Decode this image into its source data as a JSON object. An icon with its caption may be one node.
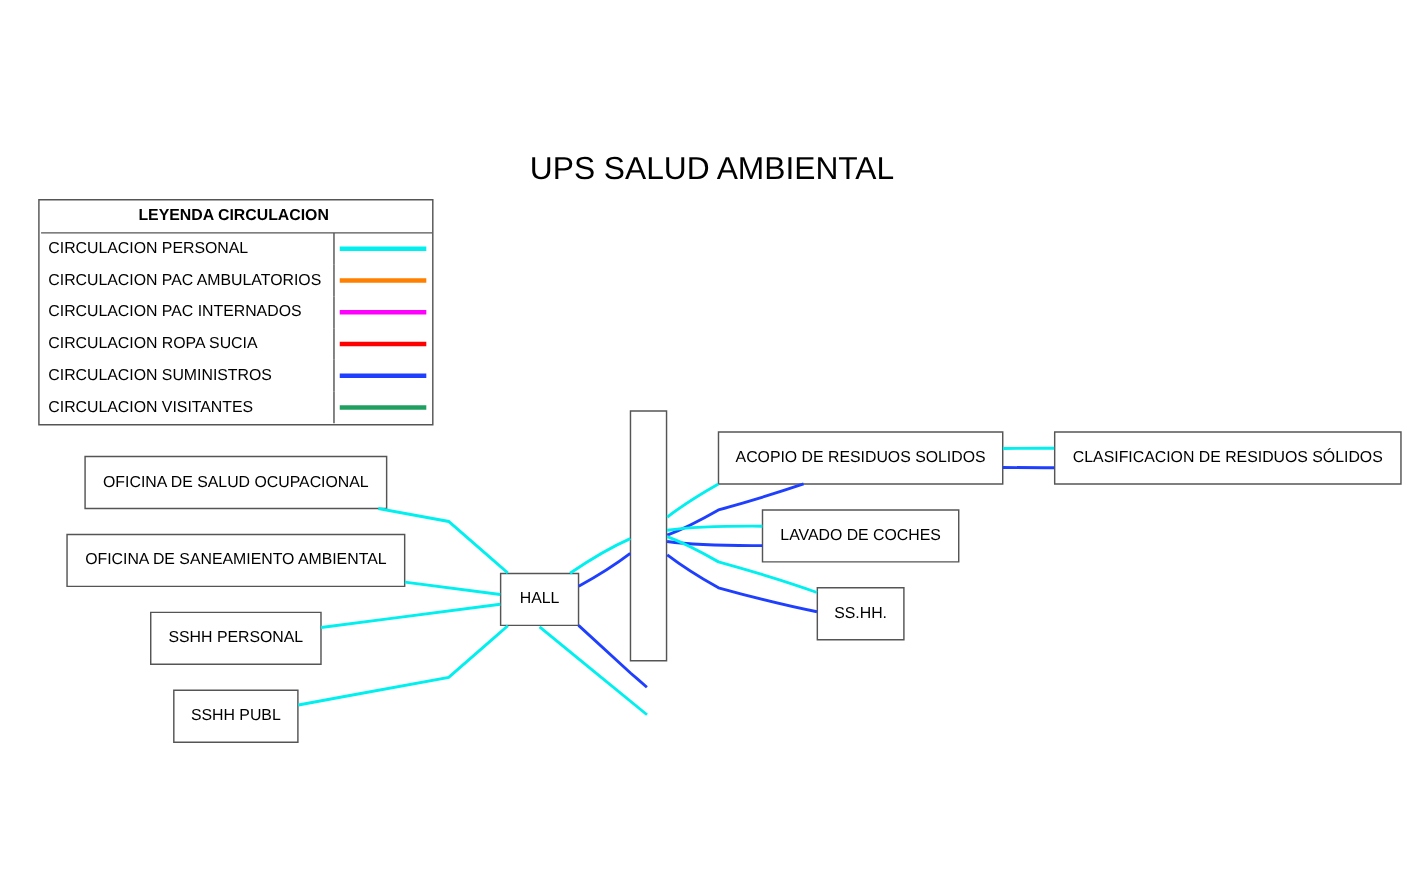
{
  "diagram": {
    "title": "UPS SALUD AMBIENTAL",
    "nodes": [
      {
        "text": [
          "OFICINA DE SALUD OCUPACIONAL"
        ]
      },
      {
        "text": [
          "OFICINA DE SANEAMIENTO AMBIENTAL"
        ]
      },
      {
        "text": [
          "SSHH PERSONAL"
        ]
      },
      {
        "text": [
          "HALL"
        ]
      },
      {
        "text": [
          "SSHH PUBL"
        ]
      },
      {
        "text": [],
        "shape": "bar"
      },
      {
        "text": [
          "ACOPIO DE RESIDUOS SOLIDOS"
        ]
      },
      {
        "text": [
          "LAVADO DE COCHES"
        ]
      },
      {
        "text": [
          "SS.HH."
        ]
      },
      {
        "text": [
          "CLASIFICACION DE RESIDUOS SÓLIDOS"
        ]
      }
    ],
    "edges": [
      {
        "from": 0,
        "to": 3,
        "arrow": "none"
      },
      {
        "from": 1,
        "to": 3,
        "arrow": "none"
      },
      {
        "from": 2,
        "to": 3,
        "arrow": "none"
      },
      {
        "from": 4,
        "to": 3,
        "arrow": "none"
      },
      {
        "from": 3,
        "to": 5,
        "arrow": "none",
        "color": "#1f3fff"
      },
      {
        "from": 3,
        "to": 5,
        "arrow": "none"
      },
      {
        "from": 3,
        "to": null,
        "arrow": "none"
      },
      {
        "from": 3,
        "to": null,
        "arrow": "none",
        "color": "#1f3fff"
      },
      {
        "from": 5,
        "to": 6,
        "arrow": "none",
        "color": "#1f3fff"
      },
      {
        "from": 5,
        "to": 6,
        "arrow": "none"
      },
      {
        "from": 5,
        "to": 7,
        "arrow": "none",
        "color": "#1f3fff"
      },
      {
        "from": 5,
        "to": 7,
        "arrow": "none"
      },
      {
        "from": 5,
        "to": 8,
        "arrow": "none",
        "color": "#1f3fff"
      },
      {
        "from": 5,
        "to": 8,
        "arrow": "none"
      },
      {
        "from": 6,
        "to": 9,
        "arrow": "none",
        "color": "#1f3fff"
      },
      {
        "from": 6,
        "to": 9,
        "arrow": "none"
      }
    ],
    "labels": [
      "LEYENDA CIRCULACION"
    ],
    "legend": [
      {
        "text": "CIRCULACION PERSONAL"
      },
      {
        "text": "CIRCULACION PAC AMBULATORIOS"
      },
      {
        "text": "CIRCULACION PAC INTERNADOS"
      },
      {
        "text": "CIRCULACION ROPA SUCIA"
      },
      {
        "text": "CIRCULACION SUMINISTROS"
      },
      {
        "text": "CIRCULACION VISITANTES"
      }
    ]
  }
}
